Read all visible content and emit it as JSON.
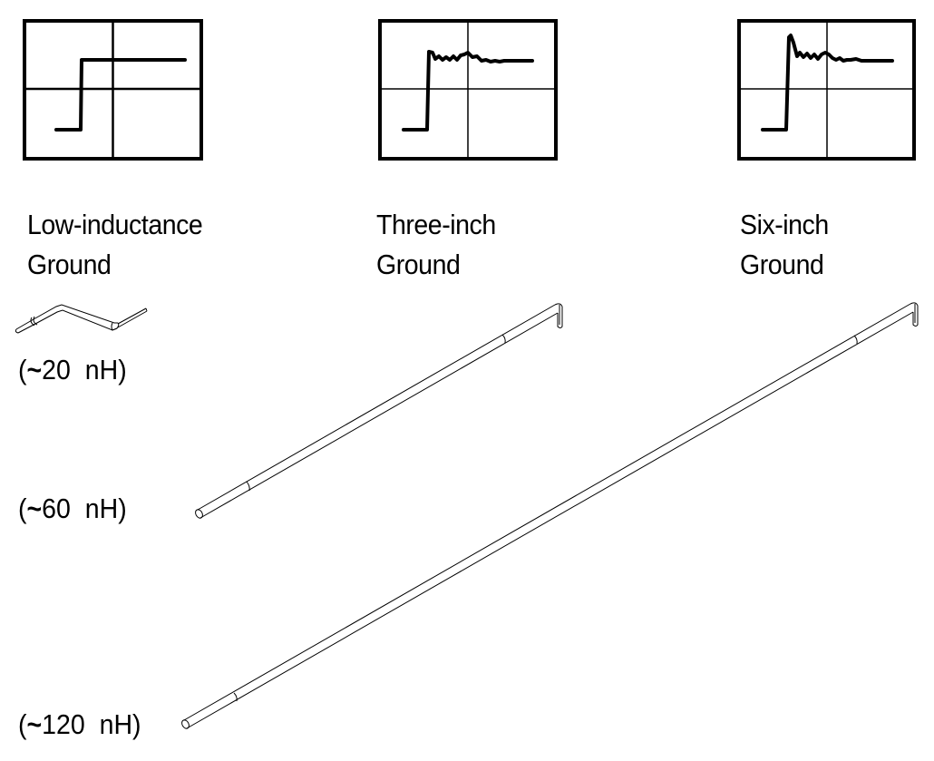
{
  "title": "Effect of probe ground lead length on step response",
  "panels": [
    {
      "id": "low-inductance",
      "label_line1": "Low-inductance",
      "label_line2": "Ground",
      "inductance_prefix": "(",
      "inductance_tilde": "~",
      "inductance_value": "20  nH)",
      "waveform": "clean-step",
      "ringing": "none"
    },
    {
      "id": "three-inch",
      "label_line1": "Three-inch",
      "label_line2": "Ground",
      "inductance_prefix": "(",
      "inductance_tilde": "~",
      "inductance_value": "60  nH)",
      "waveform": "step-with-ringing",
      "ringing": "moderate"
    },
    {
      "id": "six-inch",
      "label_line1": "Six-inch",
      "label_line2": "Ground",
      "inductance_prefix": "(",
      "inductance_tilde": "~",
      "inductance_value": "120  nH)",
      "waveform": "step-with-overshoot-and-ringing",
      "ringing": "large"
    }
  ],
  "colors": {
    "ink": "#000000",
    "background": "#ffffff"
  }
}
